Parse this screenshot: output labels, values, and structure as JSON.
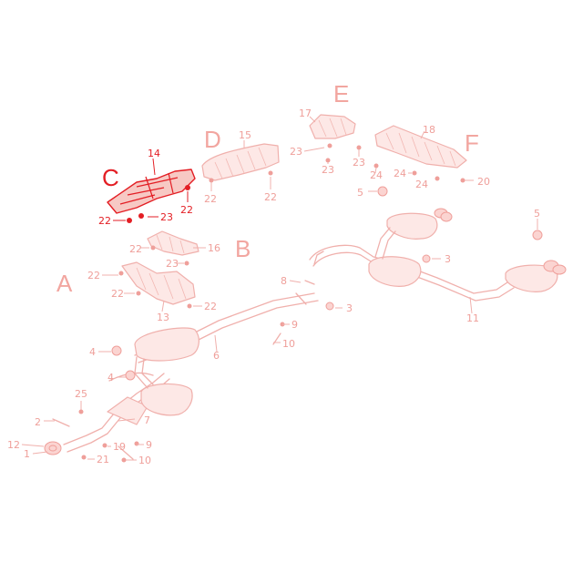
{
  "diagram": {
    "section_labels": [
      {
        "id": "A",
        "text": "A",
        "highlighted": false
      },
      {
        "id": "B",
        "text": "B",
        "highlighted": false
      },
      {
        "id": "C",
        "text": "C",
        "highlighted": true
      },
      {
        "id": "D",
        "text": "D",
        "highlighted": false
      },
      {
        "id": "E",
        "text": "E",
        "highlighted": false
      },
      {
        "id": "F",
        "text": "F",
        "highlighted": false
      }
    ],
    "callouts": {
      "c14": "14",
      "c22a": "22",
      "c23a": "23",
      "c22b": "22",
      "c15": "15",
      "c22c": "22",
      "c22d": "22",
      "c17": "17",
      "c23b": "23",
      "c23c": "23",
      "c23d": "23",
      "c18": "18",
      "c24a": "24",
      "c24b": "24",
      "c24c": "24",
      "c20": "20",
      "c5a": "5",
      "c5b": "5",
      "c3a": "3",
      "c3b": "3",
      "c16": "16",
      "c22e": "22",
      "c23e": "23",
      "c22f": "22",
      "c22g": "22",
      "c22h": "22",
      "c13": "13",
      "c8": "8",
      "c9a": "9",
      "c10a": "10",
      "c11": "11",
      "c6": "6",
      "c4a": "4",
      "c4b": "4",
      "c25": "25",
      "c2": "2",
      "c7": "7",
      "c12": "12",
      "c1": "1",
      "c19": "19",
      "c21": "21",
      "c9b": "9",
      "c10b": "10"
    },
    "colors": {
      "highlight": "#e31e24",
      "muted": "#f0b0ac"
    }
  }
}
